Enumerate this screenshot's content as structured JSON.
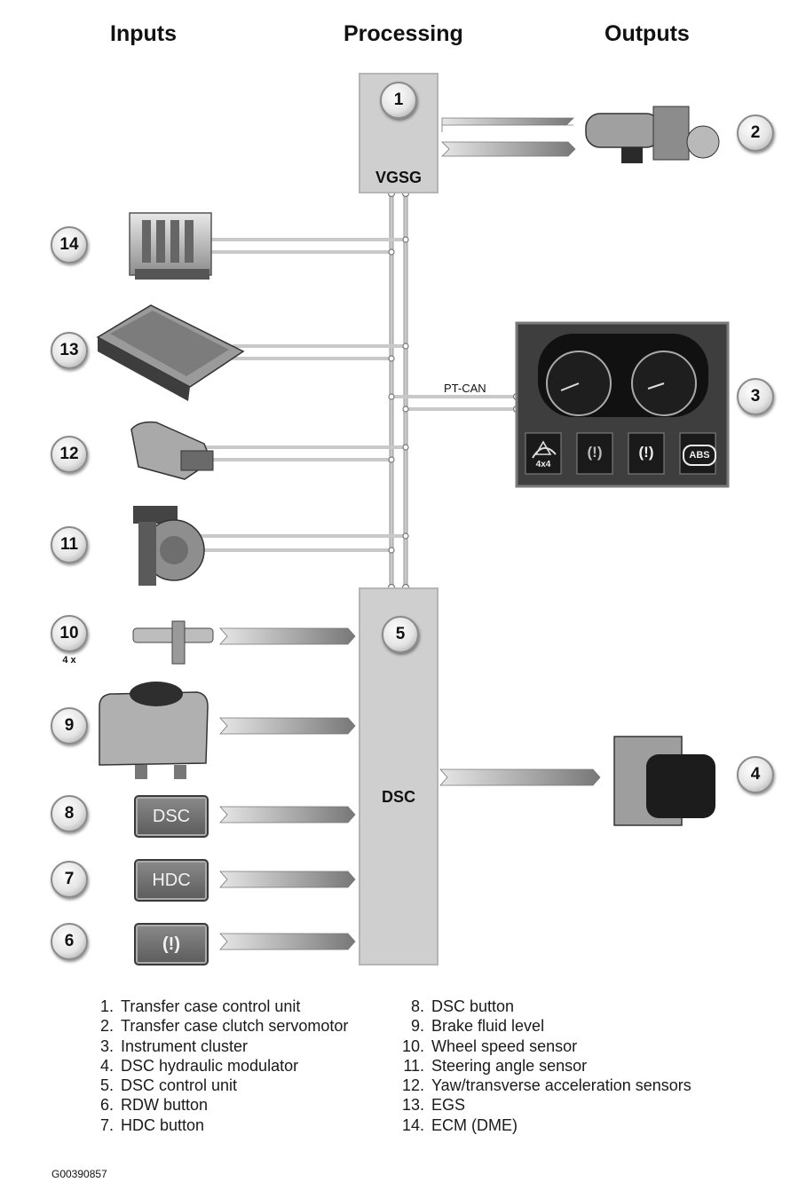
{
  "headers": {
    "inputs": "Inputs",
    "processing": "Processing",
    "outputs": "Outputs"
  },
  "nodes": {
    "n1": "1",
    "n2": "2",
    "n3": "3",
    "n4": "4",
    "n5": "5",
    "n6": "6",
    "n7": "7",
    "n8": "8",
    "n9": "9",
    "n10": "10",
    "n11": "11",
    "n12": "12",
    "n13": "13",
    "n14": "14",
    "n10_qty": "4 x"
  },
  "blocks": {
    "vgsg": "VGSG",
    "dsc": "DSC"
  },
  "buttons": {
    "dsc": "DSC",
    "hdc": "HDC",
    "rdw": "(!)"
  },
  "bus_label": "PT-CAN",
  "cluster_icons": {
    "awd": "4x4",
    "brake": "(!)",
    "abs": "ABS"
  },
  "legend_left": [
    {
      "n": "1.",
      "t": "Transfer case control unit"
    },
    {
      "n": "2.",
      "t": "Transfer case clutch servomotor"
    },
    {
      "n": "3.",
      "t": "Instrument cluster"
    },
    {
      "n": "4.",
      "t": "DSC hydraulic modulator"
    },
    {
      "n": "5.",
      "t": "DSC control unit"
    },
    {
      "n": "6.",
      "t": "RDW button"
    },
    {
      "n": "7.",
      "t": "HDC button"
    }
  ],
  "legend_right": [
    {
      "n": "8.",
      "t": "DSC button"
    },
    {
      "n": "9.",
      "t": "Brake fluid level"
    },
    {
      "n": "10.",
      "t": "Wheel speed sensor"
    },
    {
      "n": "11.",
      "t": "Steering angle sensor"
    },
    {
      "n": "12.",
      "t": "Yaw/transverse acceleration sensors"
    },
    {
      "n": "13.",
      "t": "EGS"
    },
    {
      "n": "14.",
      "t": "ECM (DME)"
    }
  ],
  "figure_code": "G00390857"
}
